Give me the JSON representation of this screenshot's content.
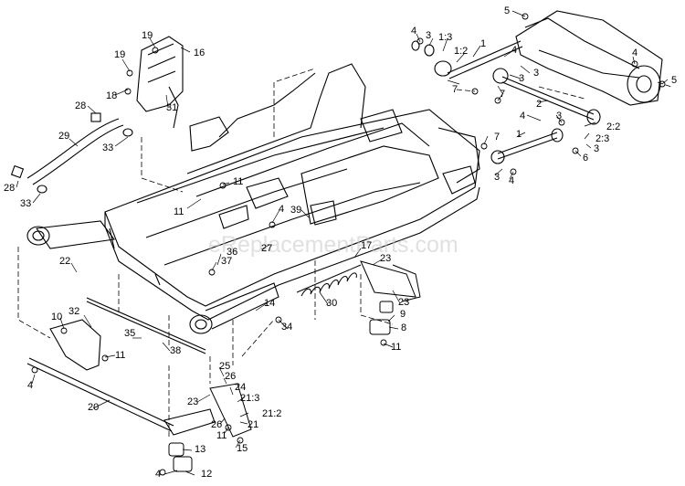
{
  "watermark": "eReplacementParts.com",
  "callouts": [
    {
      "id": "c19a",
      "text": "19"
    },
    {
      "id": "c16",
      "text": "16"
    },
    {
      "id": "c19b",
      "text": "19"
    },
    {
      "id": "c18",
      "text": "18"
    },
    {
      "id": "c31",
      "text": "31"
    },
    {
      "id": "c28a",
      "text": "28"
    },
    {
      "id": "c29",
      "text": "29"
    },
    {
      "id": "c33a",
      "text": "33"
    },
    {
      "id": "c28b",
      "text": "28"
    },
    {
      "id": "c33b",
      "text": "33"
    },
    {
      "id": "c11a",
      "text": "11"
    },
    {
      "id": "c11b",
      "text": "11"
    },
    {
      "id": "c4a",
      "text": "4"
    },
    {
      "id": "c39",
      "text": "39"
    },
    {
      "id": "c36",
      "text": "36"
    },
    {
      "id": "c27",
      "text": "27"
    },
    {
      "id": "c37",
      "text": "37"
    },
    {
      "id": "c22",
      "text": "22"
    },
    {
      "id": "c17",
      "text": "17"
    },
    {
      "id": "c23a",
      "text": "23"
    },
    {
      "id": "c30",
      "text": "30"
    },
    {
      "id": "c23b",
      "text": "23"
    },
    {
      "id": "c32",
      "text": "32"
    },
    {
      "id": "c10",
      "text": "10"
    },
    {
      "id": "c14",
      "text": "14"
    },
    {
      "id": "c9",
      "text": "9"
    },
    {
      "id": "c35",
      "text": "35"
    },
    {
      "id": "c34",
      "text": "34"
    },
    {
      "id": "c8",
      "text": "8"
    },
    {
      "id": "c38",
      "text": "38"
    },
    {
      "id": "c11c",
      "text": "11"
    },
    {
      "id": "c11d",
      "text": "11"
    },
    {
      "id": "c4b",
      "text": "4"
    },
    {
      "id": "c25",
      "text": "25"
    },
    {
      "id": "c26a",
      "text": "26"
    },
    {
      "id": "c24",
      "text": "24"
    },
    {
      "id": "c23c",
      "text": "23"
    },
    {
      "id": "c21_3",
      "text": "21:3"
    },
    {
      "id": "c20",
      "text": "20"
    },
    {
      "id": "c21_2",
      "text": "21:2"
    },
    {
      "id": "c26b",
      "text": "26"
    },
    {
      "id": "c21",
      "text": "21"
    },
    {
      "id": "c11e",
      "text": "11"
    },
    {
      "id": "c15",
      "text": "15"
    },
    {
      "id": "c13",
      "text": "13"
    },
    {
      "id": "c4c",
      "text": "4"
    },
    {
      "id": "c12",
      "text": "12"
    },
    {
      "id": "c5a",
      "text": "5"
    },
    {
      "id": "c4d",
      "text": "4"
    },
    {
      "id": "c3a",
      "text": "3"
    },
    {
      "id": "c1_3",
      "text": "1:3"
    },
    {
      "id": "c1_2",
      "text": "1:2"
    },
    {
      "id": "c1a",
      "text": "1"
    },
    {
      "id": "c4e",
      "text": "4"
    },
    {
      "id": "c3b",
      "text": "3"
    },
    {
      "id": "c4f",
      "text": "4"
    },
    {
      "id": "c7a",
      "text": "7"
    },
    {
      "id": "c3c",
      "text": "3"
    },
    {
      "id": "c7b",
      "text": "7"
    },
    {
      "id": "c5b",
      "text": "5"
    },
    {
      "id": "c2",
      "text": "2"
    },
    {
      "id": "c4g",
      "text": "4"
    },
    {
      "id": "c3d",
      "text": "3"
    },
    {
      "id": "c7c",
      "text": "7"
    },
    {
      "id": "c1b",
      "text": "1"
    },
    {
      "id": "c2_2",
      "text": "2:2"
    },
    {
      "id": "c2_3",
      "text": "2:3"
    },
    {
      "id": "c3e",
      "text": "3"
    },
    {
      "id": "c6",
      "text": "6"
    },
    {
      "id": "c3f",
      "text": "3"
    },
    {
      "id": "c4h",
      "text": "4"
    }
  ]
}
